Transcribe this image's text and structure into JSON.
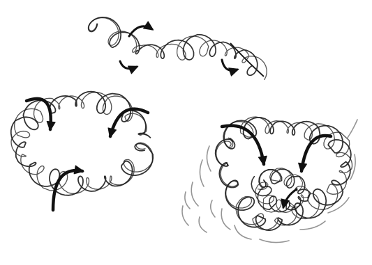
{
  "colors": {
    "background": "#ffffff",
    "ink": "#1c1c1c",
    "arrow_ink": "#111111",
    "faint_ink": "#7a7a7a"
  },
  "figures": [
    {
      "name": "open-coiled-chain",
      "shape": "open-chain",
      "arrow_count": 3
    },
    {
      "name": "closed-coiled-ring",
      "shape": "closed-ring",
      "arrow_count": 3
    },
    {
      "name": "collapsed-coiled-ring",
      "shape": "collapsing-ring",
      "arrow_count": 3,
      "has_motion_wisps": true
    }
  ]
}
